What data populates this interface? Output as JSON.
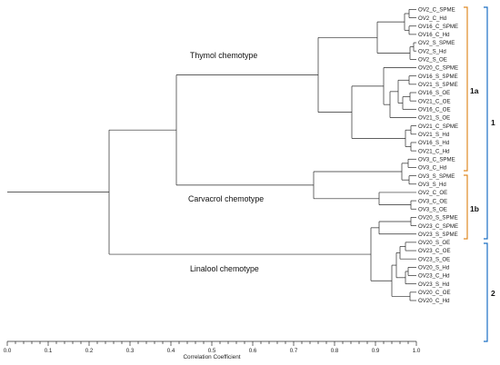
{
  "colors": {
    "line": "#2a2a2a",
    "bracket_1a": "#e08a24",
    "bracket_1b": "#e08a24",
    "bracket_1": "#1a6fc4",
    "bracket_2": "#1a6fc4"
  },
  "axis": {
    "title": "Correlation Coefficient",
    "ticks": [
      "0.0",
      "0.1",
      "0.2",
      "0.3",
      "0.4",
      "0.5",
      "0.6",
      "0.7",
      "0.8",
      "0.9",
      "1.0"
    ],
    "range": [
      0,
      1
    ]
  },
  "groups": {
    "thymol": "Thymol chemotype",
    "carvacrol": "Carvacrol chemotype",
    "linalool": "Linalool chemotype"
  },
  "clusters": {
    "c1a": "1a",
    "c1b": "1b",
    "c1": "1",
    "c2": "2"
  },
  "leaves": [
    "OV2_C_SPME",
    "OV2_C_Hd",
    "OV16_C_SPME",
    "OV16_C_Hd",
    "OV2_S_SPME",
    "OV2_S_Hd",
    "OV2_S_OE",
    "OV20_C_SPME",
    "OV16_S_SPME",
    "OV21_S_SPME",
    "OV16_S_OE",
    "OV21_C_OE",
    "OV16_C_OE",
    "OV21_S_OE",
    "OV21_C_SPME",
    "OV21_S_Hd",
    "OV16_S_Hd",
    "OV21_C_Hd",
    "OV3_C_SPME",
    "OV3_C_Hd",
    "OV3_S_SPME",
    "OV3_S_Hd",
    "OV2_C_OE",
    "OV3_C_OE",
    "OV3_S_OE",
    "OV20_S_SPME",
    "OV23_C_SPME",
    "OV23_S_SPME",
    "OV20_S_OE",
    "OV23_C_OE",
    "OV23_S_OE",
    "OV20_S_Hd",
    "OV23_C_Hd",
    "OV23_S_Hd",
    "OV20_C_OE",
    "OV20_C_Hd"
  ]
}
